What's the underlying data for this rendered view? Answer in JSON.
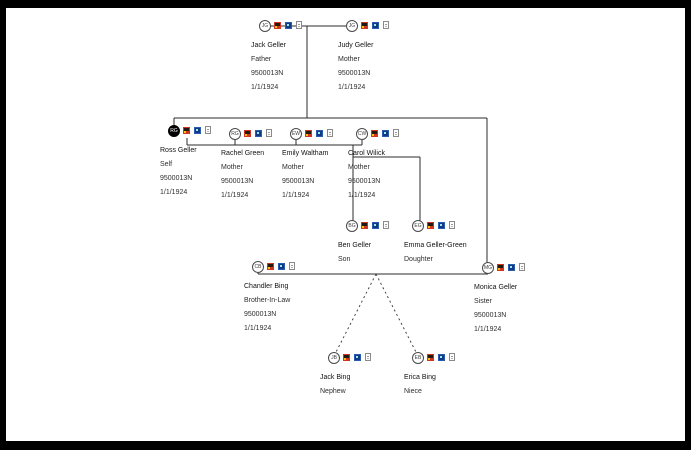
{
  "diagram": {
    "type": "family-tree",
    "selected_person": "Ross Geller",
    "person_icons": [
      "photo-icon",
      "id-card-icon",
      "note-icon"
    ],
    "colors": {
      "background": "#ffffff",
      "frame": "#000000",
      "connector": "#2b2b2b",
      "self_highlight": "#000000",
      "icon_red": "#d13420",
      "icon_blue": "#2a5bb0",
      "icon_yellow": "#ffc20a"
    },
    "relationship_line_styles": {
      "biological": "solid",
      "adopted": "dashed"
    }
  },
  "persons": [
    {
      "initials": "JG",
      "name": "Jack Geller",
      "relation": "Father",
      "id_number": "9500013N",
      "birth_date": "1/1/1924"
    },
    {
      "initials": "JG",
      "name": "Judy Geller",
      "relation": "Mother",
      "id_number": "9500013N",
      "birth_date": "1/1/1924"
    },
    {
      "initials": "RG",
      "name": "Ross Geller",
      "relation": "Self",
      "id_number": "9500013N",
      "birth_date": "1/1/1924"
    },
    {
      "initials": "RG",
      "name": "Rachel Green",
      "relation": "Mother",
      "id_number": "9500013N",
      "birth_date": "1/1/1924"
    },
    {
      "initials": "EW",
      "name": "Emily Waltham",
      "relation": "Mother",
      "id_number": "9500013N",
      "birth_date": "1/1/1924"
    },
    {
      "initials": "CW",
      "name": "Carol Wilick",
      "relation": "Mother",
      "id_number": "9500013N",
      "birth_date": "1/1/1924"
    },
    {
      "initials": "BG",
      "name": "Ben Geller",
      "relation": "Son"
    },
    {
      "initials": "EG",
      "name": "Emma Geller-Green",
      "relation": "Doughter"
    },
    {
      "initials": "CB",
      "name": "Chandler Bing",
      "relation": "Brother-In-Law",
      "id_number": "9500013N",
      "birth_date": "1/1/1924"
    },
    {
      "initials": "MG",
      "name": "Monica Geller",
      "relation": "Sister",
      "id_number": "9500013N",
      "birth_date": "1/1/1924"
    },
    {
      "initials": "JB",
      "name": "Jack Bing",
      "relation": "Nephew"
    },
    {
      "initials": "EB",
      "name": "Erica Bing",
      "relation": "Niece"
    }
  ]
}
